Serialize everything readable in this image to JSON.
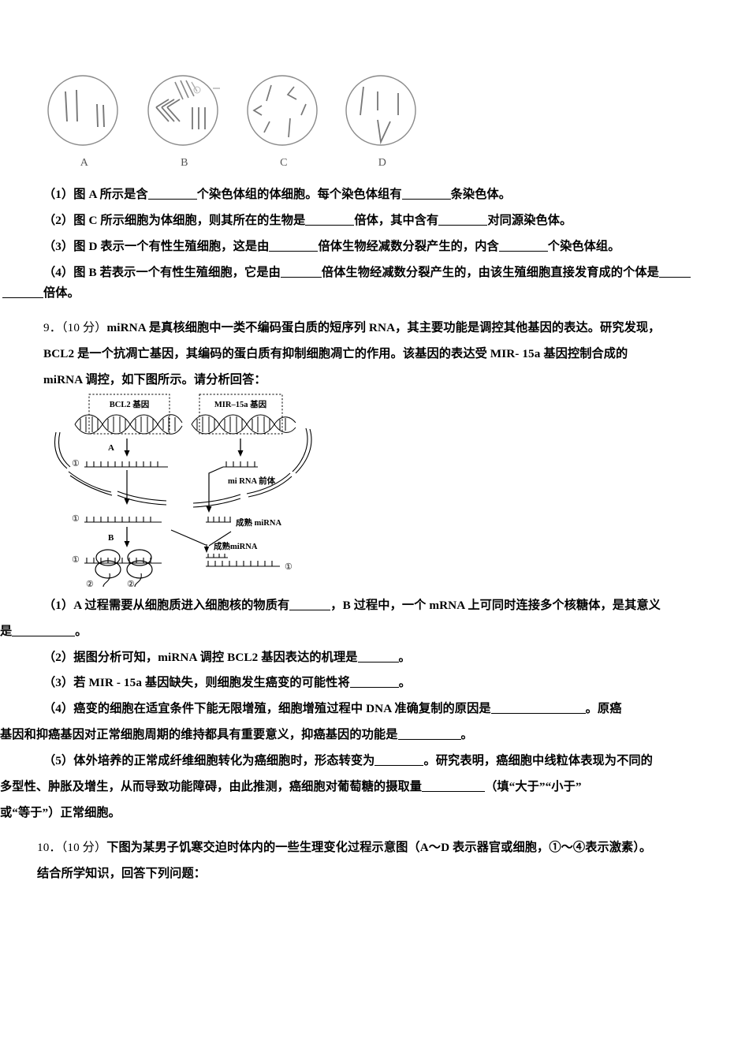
{
  "figure_cells": {
    "name": "chromosome-ploidy-cell-diagrams",
    "cells": [
      {
        "letter": "A",
        "desc": "two long vertical chromosomes left, two short vertical chromosomes right"
      },
      {
        "letter": "B",
        "desc": "chevron chromosomes left, slanted lines top, three vertical lines right"
      },
      {
        "letter": "C",
        "desc": "six scattered chromosomes at varied angles"
      },
      {
        "letter": "D",
        "desc": "three vertical chromosomes top, one V-shaped chromosome bottom"
      }
    ]
  },
  "question_8_parts": {
    "p1": {
      "label": "（1）",
      "seg1": "图 A 所示是含",
      "seg2": "个染色体组的体细胞。每个染色体组有",
      "seg3": "条染色体。"
    },
    "p2": {
      "label": "（2）",
      "seg1": "图 C 所示细胞为体细胞，则其所在的生物是",
      "seg2": "倍体，其中含有",
      "seg3": "对同源染色体。"
    },
    "p3": {
      "label": "（3）",
      "seg1": "图 D 表示一个有性生殖细胞，这是由",
      "seg2": "倍体生物经减数分裂产生的，内含",
      "seg3": "个染色体组。"
    },
    "p4": {
      "label": "（4）",
      "seg1": "图 B 若表示一个有性生殖细胞，它是由",
      "seg2": "倍体生物经减数分裂产生的，由该生殖细胞直接发育成的个体是",
      "seg3": "倍体。"
    }
  },
  "question_9": {
    "number": "9．",
    "points": "（10 分）",
    "stem_line1": "miRNA 是真核细胞中一类不编码蛋白质的短序列 RNA，其主要功能是调控其他基因的表达。研究发现，",
    "stem_line2": "BCL2 是一个抗凋亡基因，其编码的蛋白质有抑制细胞凋亡的作用。该基因的表达受 MIR- 15a 基因控制合成的",
    "stem_line3": "miRNA 调控，如下图所示。请分析回答：",
    "figure": {
      "name": "mirna-bcl2-regulation-diagram",
      "labels": {
        "gene_bcl2": "BCL2 基因",
        "gene_mir15a": "MIR–15a 基因",
        "process_a": "A",
        "process_b": "B",
        "mirna_precursor": "mi RNA 前体",
        "mature_mirna_1": "成熟 miRNA",
        "mature_mirna_2": "成熟miRNA",
        "marker_1": "①",
        "marker_2": "②"
      }
    },
    "parts": {
      "p1": {
        "label": "（1）",
        "seg1": "A 过程需要从细胞质进入细胞核的物质有",
        "seg2": "，B 过程中，一个 mRNA 上可同时连接多个核糖体，是其意义",
        "seg3": "是",
        "seg4": "。"
      },
      "p2": {
        "label": "（2）",
        "seg1": "据图分析可知，miRNA 调控 BCL2 基因表达的机理是",
        "seg2": "。"
      },
      "p3": {
        "label": "（3）",
        "seg1": "若 MIR - 15a 基因缺失，则细胞发生癌变的可能性将",
        "seg2": "。"
      },
      "p4": {
        "label": "（4）",
        "seg1": "癌变的细胞在适宜条件下能无限增殖，细胞增殖过程中 DNA 准确复制的原因是",
        "seg2": "。原癌",
        "seg3": "基因和抑癌基因对正常细胞周期的维持都具有重要意义，抑癌基因的功能是",
        "seg4": "。"
      },
      "p5": {
        "label": "（5）",
        "seg1": "体外培养的正常成纤维细胞转化为癌细胞时，形态转变为",
        "seg2": "。研究表明，癌细胞中线粒体表现为不同的",
        "seg3": "多型性、肿胀及增生，从而导致功能障碍，由此推测，癌细胞对葡萄糖的摄取量",
        "seg4": "（填“大于”“小于”",
        "seg5": "或“等于”）正常细胞。"
      }
    }
  },
  "question_10": {
    "number": "10．",
    "points": "（10 分）",
    "stem_line1": "下图为某男子饥寒交迫时体内的一些生理变化过程示意图（A～D 表示器官或细胞，①～④表示激素）。",
    "stem_line2": "结合所学知识，回答下列问题："
  }
}
